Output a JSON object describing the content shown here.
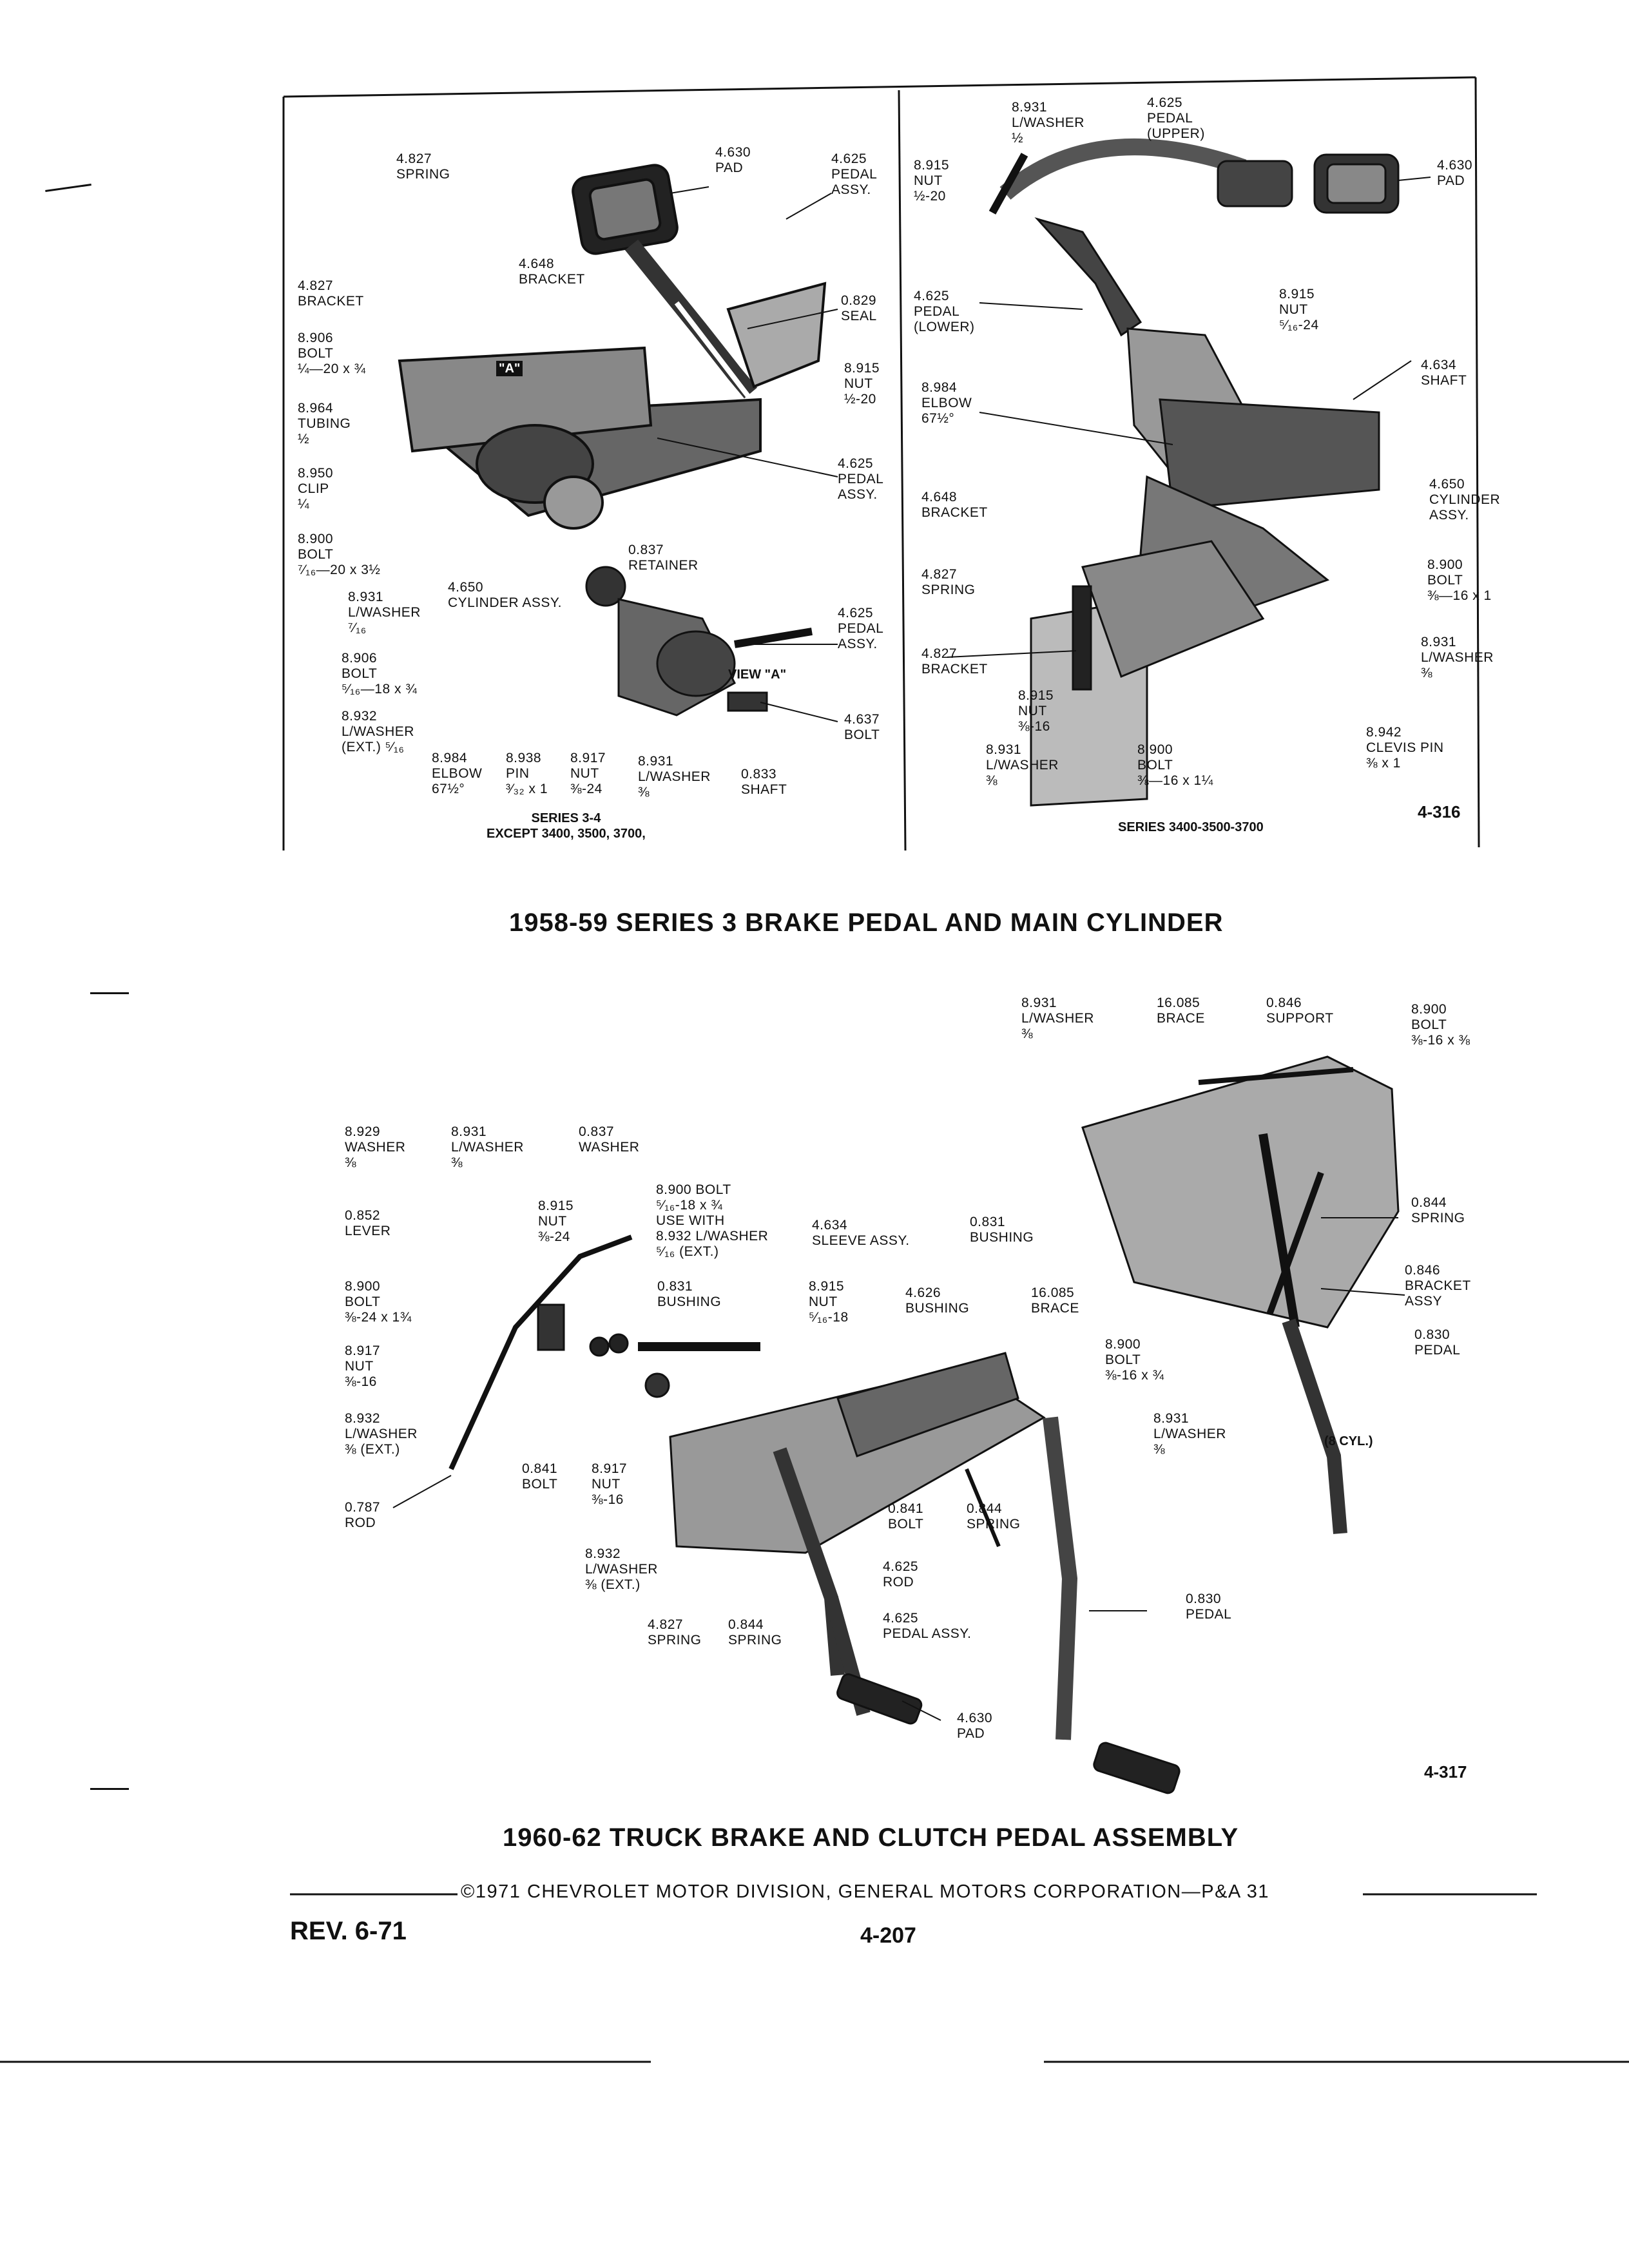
{
  "top_figure": {
    "left_labels": {
      "spring_4827": "4.827\nSPRING",
      "pad_4630": "4.630\nPAD",
      "pedal_assy_4625": "4.625\nPEDAL\nASSY.",
      "bracket_4648": "4.648\nBRACKET",
      "bracket_4827": "4.827\nBRACKET",
      "seal_0829": "0.829\nSEAL",
      "bolt_8906": "8.906\nBOLT\n¼—20 x ¾",
      "view_a_mark": "\"A\"",
      "nut_8915": "8.915\nNUT\n½-20",
      "tubing_8964": "8.964\nTUBING\n½",
      "clip_8950": "8.950\nCLIP\n¼",
      "pedal_assy_4625b": "4.625\nPEDAL\nASSY.",
      "bolt_8900": "8.900\nBOLT\n⁷⁄₁₆—20 x 3½",
      "retainer_0837": "0.837\nRETAINER",
      "lwasher_8931": "8.931\nL/WASHER\n⁷⁄₁₆",
      "cylinder_4650": "4.650\nCYLINDER ASSY.",
      "pedal_assy_4625c": "4.625\nPEDAL\nASSY.",
      "bolt_8906b": "8.906\nBOLT\n⁵⁄₁₆—18 x ¾",
      "view_a": "VIEW \"A\"",
      "lwasher_8932": "8.932\nL/WASHER\n(EXT.) ⁵⁄₁₆",
      "bolt_4637": "4.637\nBOLT",
      "elbow_8984": "8.984\nELBOW\n67½°",
      "pin_8938": "8.938\nPIN\n³⁄₃₂ x 1",
      "nut_8917": "8.917\nNUT\n⅜-24",
      "lwasher_8931b": "8.931\nL/WASHER\n⅜",
      "shaft_0833": "0.833\nSHAFT",
      "series_caption": "SERIES 3-4\nEXCEPT 3400, 3500, 3700,"
    },
    "right_labels": {
      "lwasher_8931": "8.931\nL/WASHER\n½",
      "pedal_upper_4625": "4.625\nPEDAL\n(UPPER)",
      "nut_8915": "8.915\nNUT\n½-20",
      "pad_4630": "4.630\nPAD",
      "pedal_lower_4625": "4.625\nPEDAL\n(LOWER)",
      "nut_8915b": "8.915\nNUT\n⁵⁄₁₆-24",
      "shaft_4634": "4.634\nSHAFT",
      "elbow_8984": "8.984\nELBOW\n67½°",
      "cylinder_4650": "4.650\nCYLINDER\nASSY.",
      "bracket_4648": "4.648\nBRACKET",
      "bolt_8900": "8.900\nBOLT\n⅜—16 x 1",
      "spring_4827": "4.827\nSPRING",
      "lwasher_8931b": "8.931\nL/WASHER\n⅜",
      "bracket_4827": "4.827\nBRACKET",
      "nut_8915c": "8.915\nNUT\n⅜-16",
      "clevis_8942": "8.942\nCLEVIS PIN\n⅜ x 1",
      "lwasher_8931c": "8.931\nL/WASHER\n⅜",
      "bolt_8900b": "8.900\nBOLT\n⅜—16 x 1¼",
      "series_caption": "SERIES 3400-3500-3700",
      "fig_number": "4-316"
    },
    "title": "1958-59 SERIES 3 BRAKE PEDAL AND MAIN CYLINDER"
  },
  "bottom_figure": {
    "labels": {
      "lwasher_8931_top": "8.931\nL/WASHER\n⅜",
      "brace_16085_top": "16.085\nBRACE",
      "support_0846": "0.846\nSUPPORT",
      "bolt_8900_top": "8.900\nBOLT\n⅜-16 x ⅜",
      "washer_8929": "8.929\nWASHER\n⅜",
      "lwasher_8931": "8.931\nL/WASHER\n⅜",
      "washer_0837": "0.837\nWASHER",
      "lever_0852": "0.852\nLEVER",
      "nut_8915": "8.915\nNUT\n⅜-24",
      "bolt_8900_use": "8.900 BOLT\n⁵⁄₁₆-18 x ¾\nUSE WITH\n8.932 L/WASHER\n⁵⁄₁₆ (EXT.)",
      "sleeve_4634": "4.634\nSLEEVE ASSY.",
      "bushing_0831_right": "0.831\nBUSHING",
      "spring_0844_top": "0.844\nSPRING",
      "bolt_8900_left": "8.900\nBOLT\n⅜-24 x 1¾",
      "bushing_0831": "0.831\nBUSHING",
      "nut_8915b": "8.915\nNUT\n⁵⁄₁₆-18",
      "bushing_4626": "4.626\nBUSHING",
      "brace_16085": "16.085\nBRACE",
      "bracket_0846": "0.846\nBRACKET\nASSY",
      "nut_8917": "8.917\nNUT\n⅜-16",
      "pedal_0830_top": "0.830\nPEDAL",
      "bolt_8900_mid": "8.900\nBOLT\n⅜-16 x ¾",
      "lwasher_8932": "8.932\nL/WASHER\n⅜ (EXT.)",
      "lwasher_8931_mid": "8.931\nL/WASHER\n⅜",
      "eight_cyl": "(8 CYL.)",
      "bolt_0841": "0.841\nBOLT",
      "nut_8917b": "8.917\nNUT\n⅜-16",
      "rod_0787": "0.787\nROD",
      "bolt_0841b": "0.841\nBOLT",
      "spring_0844": "0.844\nSPRING",
      "rod_4625": "4.625\nROD",
      "lwasher_8932b": "8.932\nL/WASHER\n⅜ (EXT.)",
      "pedal_0830": "0.830\nPEDAL",
      "spring_4827": "4.827\nSPRING",
      "spring_0844b": "0.844\nSPRING",
      "pedal_assy_4625": "4.625\nPEDAL ASSY.",
      "pad_4630": "4.630\nPAD",
      "fig_number": "4-317"
    },
    "title": "1960-62 TRUCK BRAKE AND CLUTCH PEDAL ASSEMBLY"
  },
  "footer": {
    "copyright": "©1971 CHEVROLET MOTOR DIVISION, GENERAL MOTORS CORPORATION—P&A 31",
    "revision": "REV. 6-71",
    "page_number": "4-207"
  }
}
